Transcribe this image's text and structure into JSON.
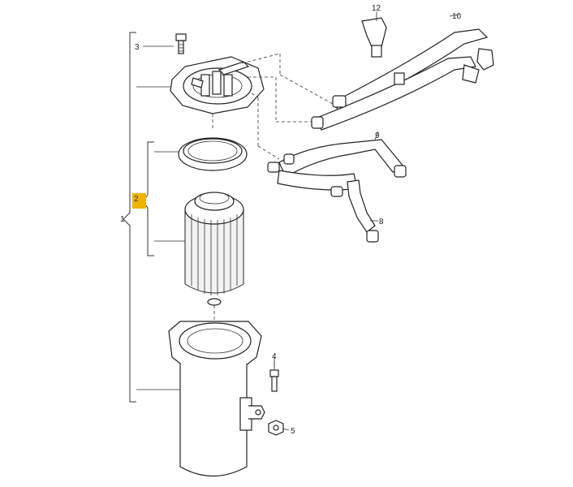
{
  "callouts": {
    "c1": "1",
    "c2": "2",
    "c3": "3",
    "c4": "4",
    "c5": "5",
    "c8": "8",
    "c9": "9",
    "c10": "10",
    "c12": "12"
  },
  "highlight_color": "#f0b300"
}
